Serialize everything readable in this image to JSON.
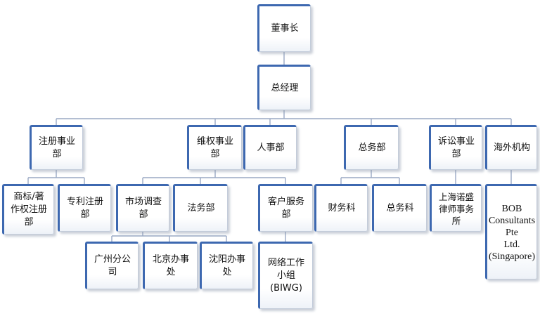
{
  "chart": {
    "nodes": {
      "chairman": "董事长",
      "gm": "总经理",
      "registration": "注册事业\n部",
      "rights": "维权事业\n部",
      "hr": "人事部",
      "general_affairs": "总务部",
      "litigation": "诉讼事业\n部",
      "overseas": "海外机构",
      "trademark_copyright": "商标/著\n作权注册\n部",
      "patent": "专利注册\n部",
      "market_research": "市场调查\n部",
      "legal": "法务部",
      "customer_service": "客户服务\n部",
      "finance_section": "财务科",
      "general_section": "总务科",
      "shanghai_law": "上海诺盛\n律师事务\n所",
      "bob": "BOB\nConsultants Pte\nLtd.\n(Singapore)",
      "guangzhou": "广州分公\n司",
      "beijing": "北京办事\n处",
      "shenyang": "沈阳办事\n处",
      "biwg": "网络工作\n小组\n(BIWG)"
    }
  }
}
